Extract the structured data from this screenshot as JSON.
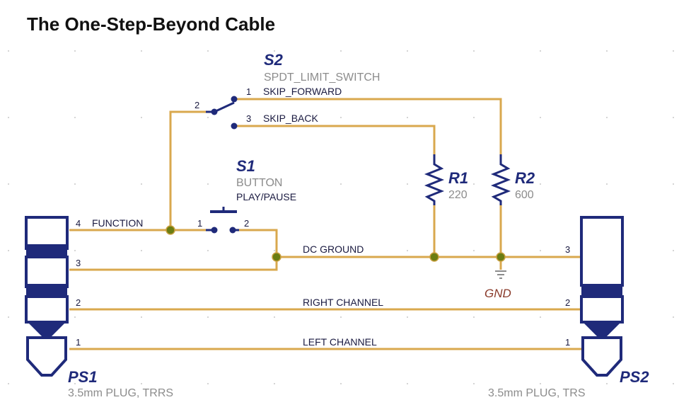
{
  "title": "The One-Step-Beyond Cable",
  "components": {
    "s2": {
      "ref": "S2",
      "type": "SPDT_LIMIT_SWITCH",
      "pin1": "1",
      "pin2": "2",
      "pin3": "3"
    },
    "s1": {
      "ref": "S1",
      "type": "BUTTON",
      "label": "PLAY/PAUSE",
      "pin1": "1",
      "pin2": "2"
    },
    "r1": {
      "ref": "R1",
      "value": "220"
    },
    "r2": {
      "ref": "R2",
      "value": "600"
    },
    "gnd": {
      "label": "GND"
    },
    "ps1": {
      "ref": "PS1",
      "type": "3.5mm PLUG, TRRS",
      "pin4": "4",
      "pin3": "3",
      "pin2": "2",
      "pin1": "1"
    },
    "ps2": {
      "ref": "PS2",
      "type": "3.5mm PLUG, TRS",
      "pin3": "3",
      "pin2": "2",
      "pin1": "1"
    }
  },
  "nets": {
    "skip_forward": "SKIP_FORWARD",
    "skip_back": "SKIP_BACK",
    "function": "FUNCTION",
    "dc_ground": "DC GROUND",
    "right_channel": "RIGHT CHANNEL",
    "left_channel": "LEFT CHANNEL"
  },
  "colors": {
    "wire": "#d9a84e",
    "component": "#1f2a7a",
    "junction": "#6b7d12",
    "value_text": "#8c8c8c"
  }
}
